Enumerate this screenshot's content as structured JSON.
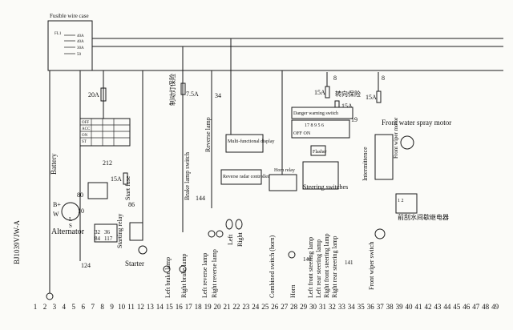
{
  "title": "BJ1039VJW-A",
  "labels": {
    "fusible_wire_case": "Fusible wire case",
    "fl1": "FL1",
    "fl_40a_1": "40A",
    "fl_40a_2": "40A",
    "fl_30a": "30A",
    "fl_50": "50",
    "fuse_20a": "20A",
    "battery": "Battery",
    "alternator": "Alternator",
    "b_plus": "B+",
    "w_term": "W",
    "l_term": "L",
    "s_term": "S",
    "n80": "80",
    "n10": "10",
    "n124": "124",
    "n212": "212",
    "fuse_15a_start": "15A",
    "start_fuse": "Start fuse",
    "n86": "86",
    "n32": "32",
    "n36": "36",
    "n84": "84",
    "n117": "117",
    "starting_relay": "Starting relay",
    "starter": "Starter",
    "brake_cn": "制动灯保险",
    "fuse_7_5a": "7.5A",
    "brake_lamp_switch": "Brake lamp switch",
    "left_brake_lamp": "Left brake lamp",
    "right_brake_lamp": "Right brake lamp",
    "reverse_lamp": "Reverse lamp",
    "n34": "34",
    "n144": "144",
    "left_reverse_lamp": "Left reverse lamp",
    "right_reverse_lamp": "Right reverse lamp",
    "multi_display": "Multi-functional display",
    "reverse_radar": "Reverse radar controller",
    "left": "Left",
    "right": "Right",
    "horn_relay": "Horn relay",
    "combined_switch": "Combined switch (horn)",
    "horn": "Horn",
    "n140": "140",
    "danger_switch": "Danger warning switch",
    "fuse_15a_a": "15A",
    "fuse_15a_b": "15A",
    "fuse_15a_c": "15A",
    "n8a": "8",
    "n8b": "8",
    "n19": "19",
    "turn_cn": "转向保险",
    "flasher": "Flasher",
    "steering_switches": "Steering switches",
    "left_front_steering": "Left front steering lamp",
    "left_rear_steering": "Left rear steering lamp",
    "right_front_steering": "Right front steering lamp",
    "right_rear_steering": "Right rear steering lamp",
    "n141": "141",
    "intermittence": "Intermittence",
    "front_wiper_switch": "Front wiper switch",
    "front_water_spray": "Front water spray motor",
    "front_wiper_motor": "Front wiper motor",
    "wiper_relay_cn": "前刮水间歇继电器",
    "table_row1": "OFF",
    "table_row2": "ACC",
    "table_row3": "ON",
    "table_row4": "ST",
    "danger_cols": "17 8 9 5 6",
    "danger_rows": "OFF ON",
    "n1_2": "1 2"
  },
  "bottom_numbers": [
    "1",
    "2",
    "3",
    "4",
    "5",
    "6",
    "7",
    "8",
    "9",
    "10",
    "11",
    "12",
    "13",
    "14",
    "15",
    "16",
    "17",
    "18",
    "19",
    "20",
    "21",
    "22",
    "23",
    "24",
    "25",
    "26",
    "27",
    "28",
    "29",
    "30",
    "31",
    "32",
    "33",
    "34",
    "35",
    "36",
    "37",
    "38",
    "39",
    "40",
    "41",
    "42",
    "43",
    "44",
    "45",
    "46",
    "47",
    "48",
    "49"
  ],
  "colors": {
    "ink": "#1a1a1a",
    "paper": "#fbfbf8"
  }
}
